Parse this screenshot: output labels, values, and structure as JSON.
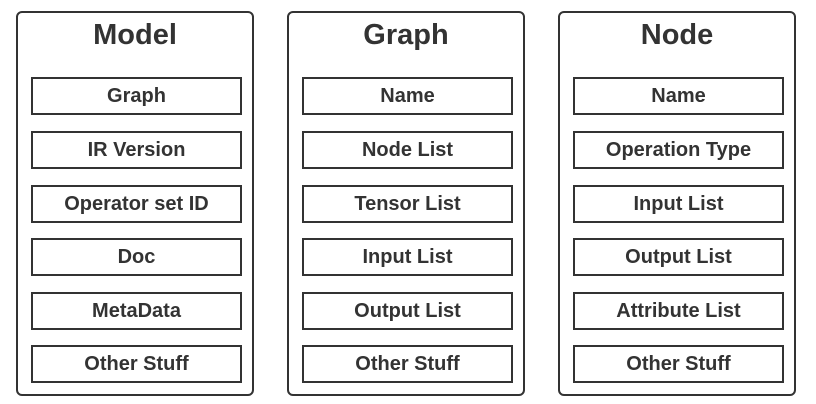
{
  "panels": [
    {
      "title": "Model",
      "items": [
        "Graph",
        "IR Version",
        "Operator set ID",
        "Doc",
        "MetaData",
        "Other Stuff"
      ]
    },
    {
      "title": "Graph",
      "items": [
        "Name",
        "Node List",
        "Tensor List",
        "Input List",
        "Output List",
        "Other Stuff"
      ]
    },
    {
      "title": "Node",
      "items": [
        "Name",
        "Operation Type",
        "Input List",
        "Output List",
        "Attribute List",
        "Other Stuff"
      ]
    }
  ]
}
